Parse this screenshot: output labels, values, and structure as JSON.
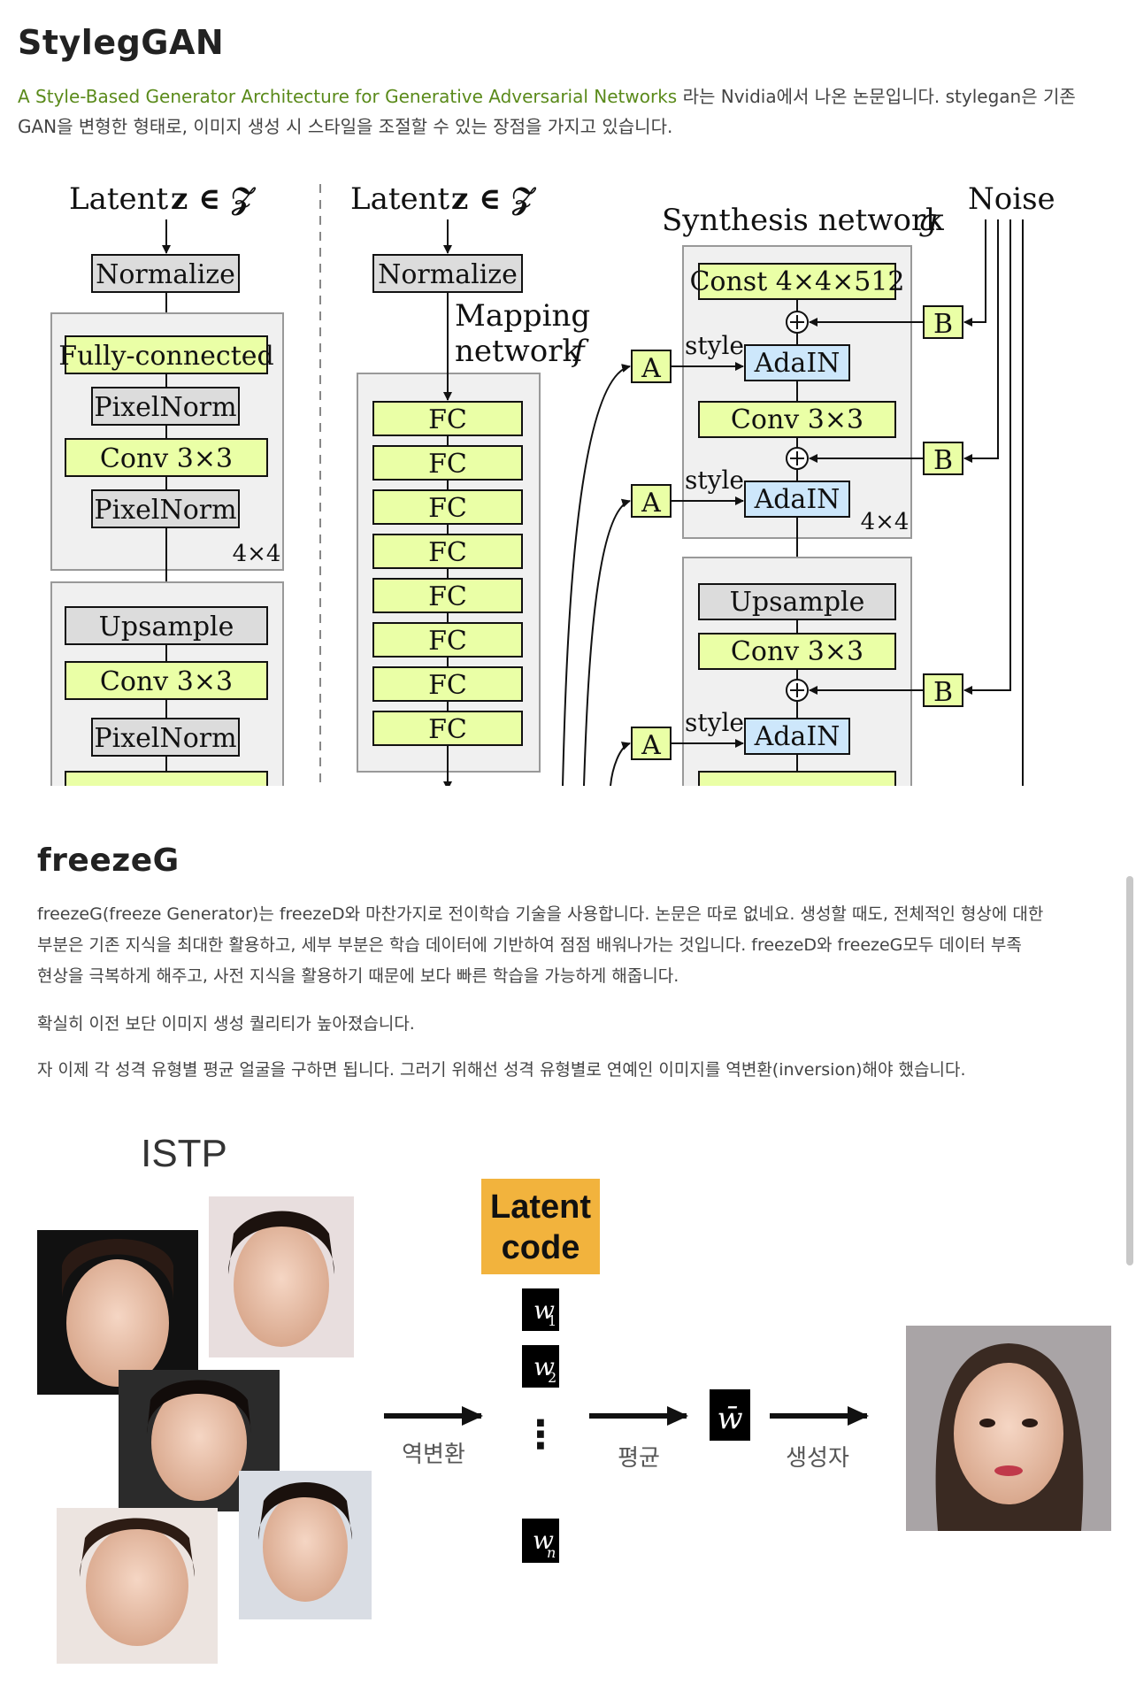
{
  "title": "StylegGAN",
  "intro": {
    "link_text": "A Style-Based Generator Architecture for Generative Adversarial Networks",
    "rest_line1": " 라는 Nvidia에서 나온 논문입니다. stylegan은 기존",
    "line2": "GAN을 변형한 형태로, 이미지 생성 시 스타일을 조절할 수 있는 장점을 가지고 있습니다."
  },
  "diagram": {
    "left": {
      "latent": "Latent",
      "latent_var": "z ∈ 𝒵",
      "normalize": "Normalize",
      "fc": "Fully-connected",
      "pixelnorm": "PixelNorm",
      "conv": "Conv 3×3",
      "res": "4×4",
      "upsample": "Upsample"
    },
    "right": {
      "latent": "Latent",
      "latent_var": "z ∈ 𝒵",
      "normalize": "Normalize",
      "mapping1": "Mapping",
      "mapping2": "network",
      "mapping_var": "f",
      "fc": "FC",
      "synthesis": "Synthesis network",
      "synthesis_var": "g",
      "noise": "Noise",
      "const": "Const 4×4×512",
      "adain": "AdaIN",
      "conv": "Conv 3×3",
      "upsample": "Upsample",
      "style": "style",
      "a": "A",
      "b": "B",
      "res": "4×4"
    }
  },
  "section_title": "freezeG",
  "paragraphs": [
    "freezeG(freeze Generator)는 freezeD와 마찬가지로 전이학습 기술을 사용합니다. 논문은 따로 없네요. 생성할 때도, 전체적인 형상에 대한",
    "부분은 기존 지식을 최대한 활용하고, 세부 부분은 학습 데이터에 기반하여 점점 배워나가는 것입니다. freezeD와 freezeG모두 데이터 부족",
    "현상을 극복하게 해주고, 사전 지식을 활용하기 때문에 보다 빠른 학습을 가능하게 해줍니다.",
    "확실히 이전 보단 이미지 생성 퀄리티가 높아졌습니다.",
    "자 이제 각 성격 유형별 평균 얼굴을 구하면 됩니다. 그러기 위해선 성격 유형별로 연예인 이미지를 역변환(inversion)해야 했습니다."
  ],
  "pipeline": {
    "group_label": "ISTP",
    "latent_line1": "Latent",
    "latent_line2": "code",
    "w1": "w",
    "w1_sub": "1",
    "w2": "w",
    "w2_sub": "2",
    "dots": "⋮",
    "wn": "w",
    "wn_sub": "n",
    "wbar": "w̄",
    "arrow1_label": "역변환",
    "arrow2_label": "평균",
    "arrow3_label": "생성자"
  },
  "colors": {
    "green_box": "#eaffa6",
    "gray_box": "#dcdcdc",
    "blue_box": "#cde7fb",
    "panel": "#f0f0f0",
    "latent_code": "#f2b33d",
    "link": "#5a8a1a"
  }
}
